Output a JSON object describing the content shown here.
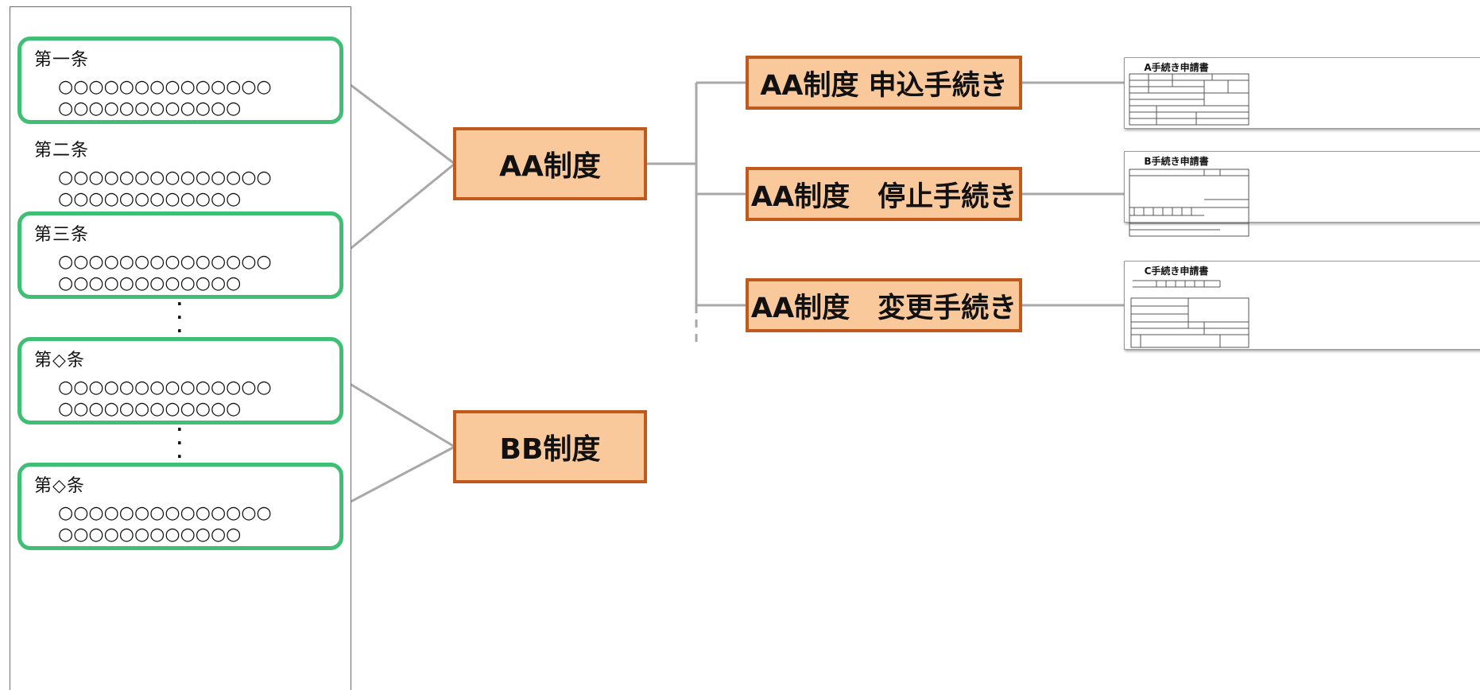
{
  "articles": {
    "a1": {
      "title": "第一条",
      "text": "○○○○○○○○○○○○○○\n○○○○○○○○○○○○"
    },
    "a2": {
      "title": "第二条",
      "text": "○○○○○○○○○○○○○○\n○○○○○○○○○○○○"
    },
    "a3": {
      "title": "第三条",
      "text": "○○○○○○○○○○○○○○\n○○○○○○○○○○○○"
    },
    "a4": {
      "title": "第◇条",
      "text": "○○○○○○○○○○○○○○\n○○○○○○○○○○○○"
    },
    "a5": {
      "title": "第◇条",
      "text": "○○○○○○○○○○○○○○\n○○○○○○○○○○○○"
    }
  },
  "ellipsis": "·\n·\n·",
  "systems": {
    "aa": "AA制度",
    "bb": "BB制度"
  },
  "procedures": {
    "apply": "AA制度 申込手続き",
    "stop": "AA制度　停止手続き",
    "change": "AA制度　変更手続き"
  },
  "forms": {
    "a": "A手続き申請書",
    "b": "B手続き申請書",
    "c": "C手続き申請書"
  },
  "colors": {
    "article_border": "#3fbf74",
    "box_fill": "#f9c89b",
    "box_border": "#c1591c",
    "connector": "#a8a8a8"
  }
}
